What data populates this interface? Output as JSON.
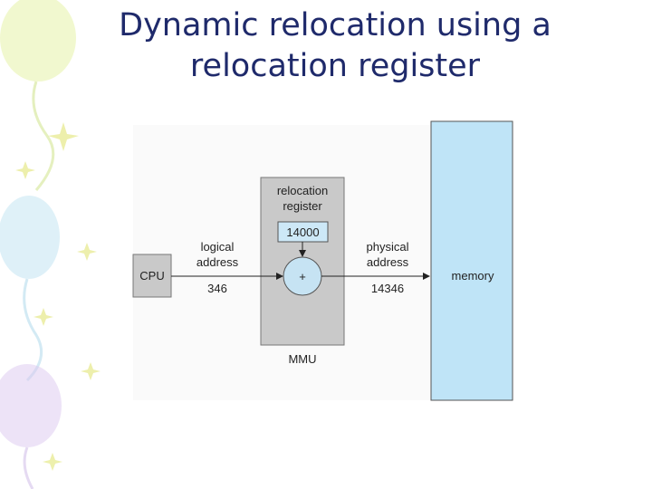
{
  "slide": {
    "title_line1": "Dynamic relocation using a",
    "title_line2": "relocation register"
  },
  "diagram": {
    "cpu_label": "CPU",
    "logical_label_1": "logical",
    "logical_label_2": "address",
    "logical_value": "346",
    "relocation_label_1": "relocation",
    "relocation_label_2": "register",
    "relocation_value": "14000",
    "adder_symbol": "+",
    "mmu_label": "MMU",
    "physical_label_1": "physical",
    "physical_label_2": "address",
    "physical_value": "14346",
    "memory_label": "memory"
  },
  "colors": {
    "title": "#1f2a6b",
    "mmu_fill": "#c9c9c9",
    "memory_fill": "#bfe4f7",
    "register_fill": "#cde8f7",
    "adder_fill": "#c6e3f3"
  },
  "decor": {
    "icons": [
      "balloon-icon",
      "balloon-icon",
      "balloon-icon",
      "star-icon"
    ]
  }
}
